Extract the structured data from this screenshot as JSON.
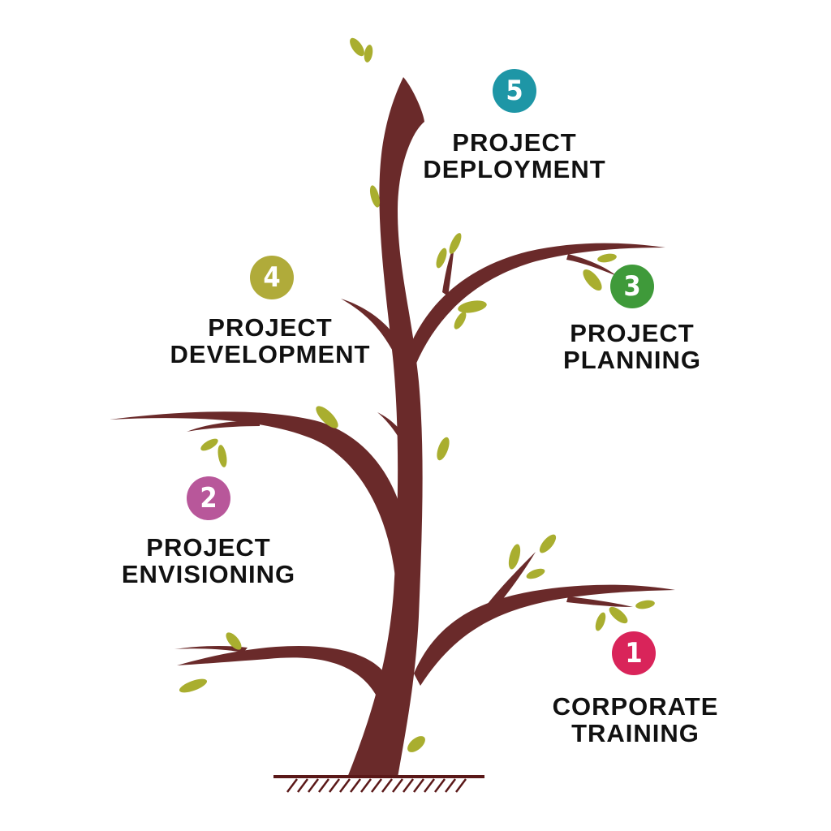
{
  "steps": [
    {
      "number": "1",
      "line1": "CORPORATE",
      "line2": "TRAINING",
      "color": "#d9245a"
    },
    {
      "number": "2",
      "line1": "PROJECT",
      "line2": "ENVISIONING",
      "color": "#b8579a"
    },
    {
      "number": "3",
      "line1": "PROJECT",
      "line2": "PLANNING",
      "color": "#3f9a3a"
    },
    {
      "number": "4",
      "line1": "PROJECT",
      "line2": "DEVELOPMENT",
      "color": "#b0ab3a"
    },
    {
      "number": "5",
      "line1": "PROJECT",
      "line2": "DEPLOYMENT",
      "color": "#1e96a6"
    }
  ],
  "colors": {
    "trunk_top": "#b8825e",
    "trunk_bottom": "#6a2a2a",
    "leaf": "#a9ae2f",
    "ground": "#5a1818"
  }
}
